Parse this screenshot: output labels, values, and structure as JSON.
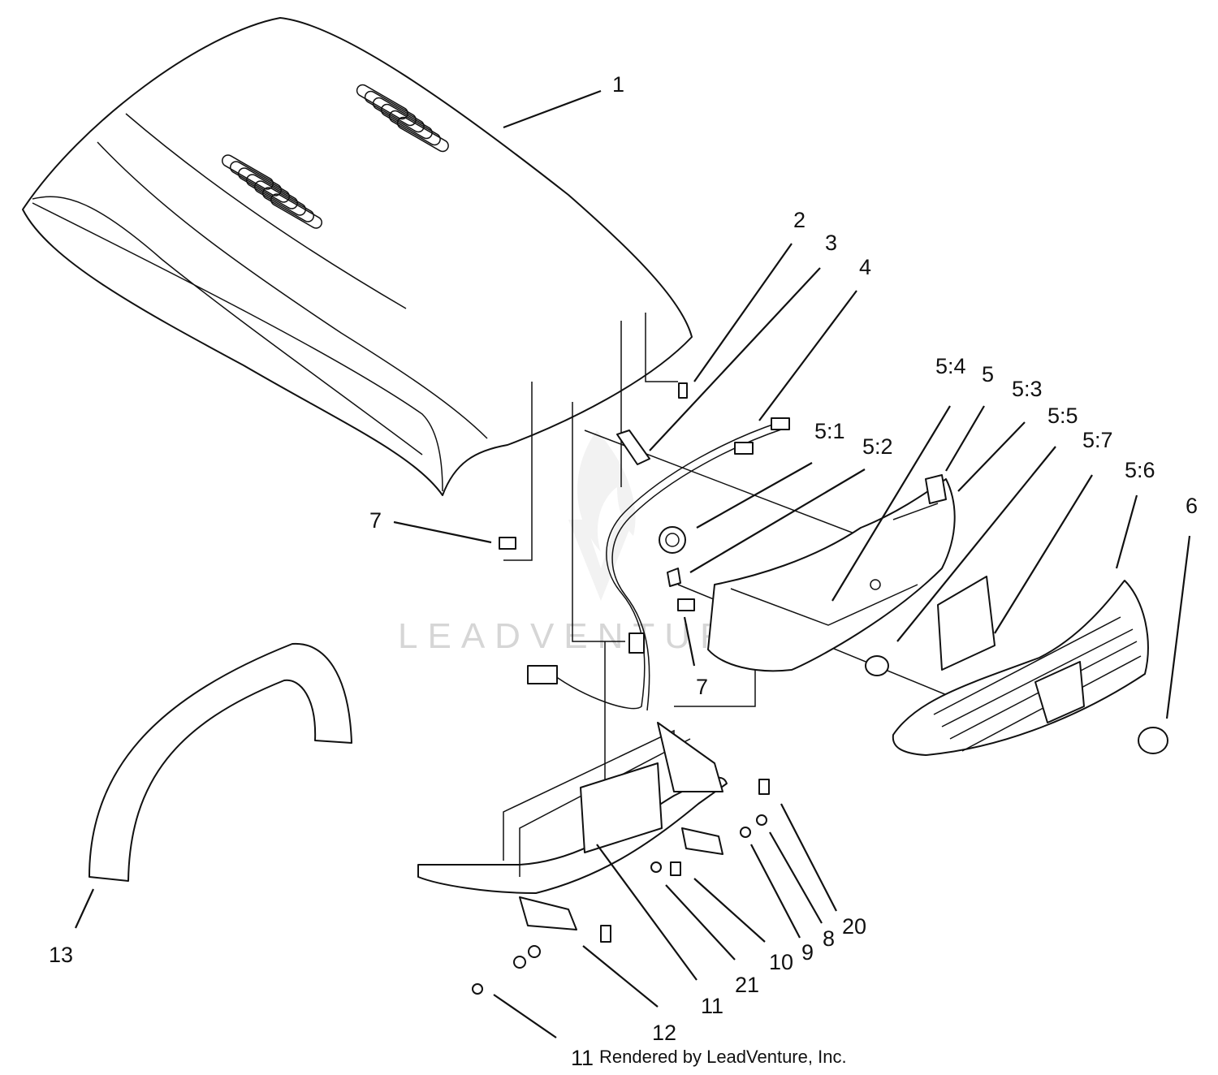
{
  "watermark": "LEADVENTURE",
  "footer": "Rendered by LeadVenture, Inc.",
  "callouts": [
    {
      "text": "1"
    },
    {
      "text": "2"
    },
    {
      "text": "3"
    },
    {
      "text": "4"
    },
    {
      "text": "5:4"
    },
    {
      "text": "5"
    },
    {
      "text": "5:3"
    },
    {
      "text": "5:5"
    },
    {
      "text": "5:7"
    },
    {
      "text": "5:1"
    },
    {
      "text": "5:2"
    },
    {
      "text": "5:6"
    },
    {
      "text": "6"
    },
    {
      "text": "7"
    },
    {
      "text": "7"
    },
    {
      "text": "13"
    },
    {
      "text": "20"
    },
    {
      "text": "8"
    },
    {
      "text": "9"
    },
    {
      "text": "10"
    },
    {
      "text": "21"
    },
    {
      "text": "11"
    },
    {
      "text": "12"
    },
    {
      "text": "11"
    }
  ]
}
